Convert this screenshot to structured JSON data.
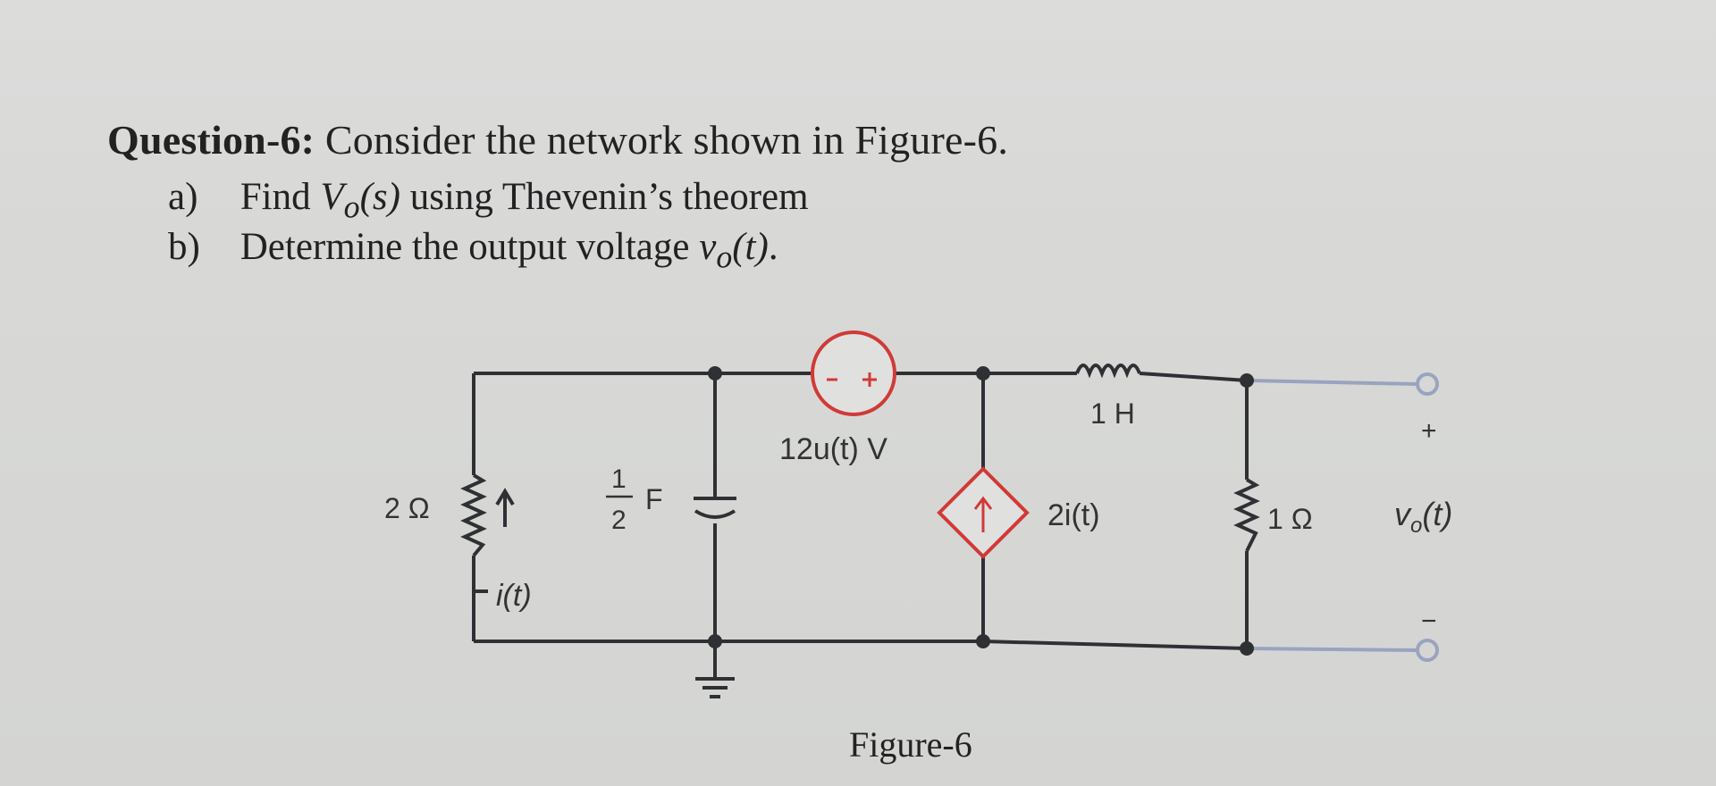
{
  "question": {
    "label": "Question-6:",
    "text": "Consider the network shown in Figure-6.",
    "parts": [
      {
        "label": "a)",
        "before": "Find",
        "var": "V",
        "sub": "o",
        "arg": "(s)",
        "after": "using Thevenin’s theorem"
      },
      {
        "label": "b)",
        "before": "Determine the output voltage",
        "var": "v",
        "sub": "o",
        "arg": "(t)",
        "after": "."
      }
    ]
  },
  "figure": {
    "caption": "Figure-6",
    "labels": {
      "resistor_left": "2 Ω",
      "current": "i(t)",
      "cap_num": "1",
      "cap_den": "2",
      "cap_unit": "F",
      "voltage_source": "12u(t) V",
      "inductor": "1 H",
      "dependent_source": "2i(t)",
      "resistor_right": "1 Ω",
      "output": "v",
      "output_sub": "o",
      "output_arg": "(t)",
      "plus": "+",
      "minus": "−"
    }
  }
}
